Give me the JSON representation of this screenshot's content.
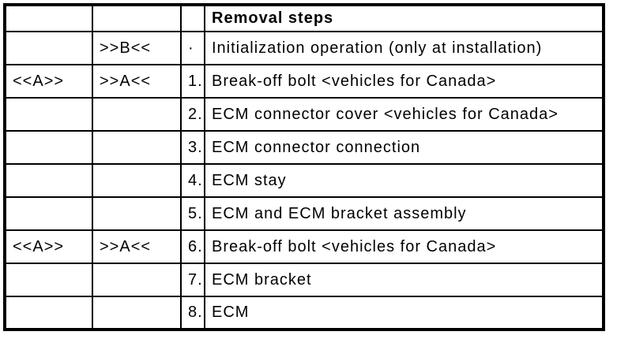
{
  "colors": {
    "border": "#000000",
    "text": "#000000",
    "background": "#ffffff"
  },
  "table": {
    "header_label": "Removal steps",
    "rows": [
      {
        "removal_point": "",
        "installation_point": ">>B<<",
        "step": "·",
        "description": "Initialization operation (only at installation)"
      },
      {
        "removal_point": "<<A>>",
        "installation_point": ">>A<<",
        "step": "1.",
        "description": "Break-off bolt <vehicles for Canada>"
      },
      {
        "removal_point": "",
        "installation_point": "",
        "step": "2.",
        "description": "ECM connector cover <vehicles for Canada>"
      },
      {
        "removal_point": "",
        "installation_point": "",
        "step": "3.",
        "description": "ECM connector connection"
      },
      {
        "removal_point": "",
        "installation_point": "",
        "step": "4.",
        "description": "ECM stay"
      },
      {
        "removal_point": "",
        "installation_point": "",
        "step": "5.",
        "description": "ECM and ECM bracket assembly"
      },
      {
        "removal_point": "<<A>>",
        "installation_point": ">>A<<",
        "step": "6.",
        "description": "Break-off bolt <vehicles for Canada>"
      },
      {
        "removal_point": "",
        "installation_point": "",
        "step": "7.",
        "description": "ECM bracket"
      },
      {
        "removal_point": "",
        "installation_point": "",
        "step": "8.",
        "description": "ECM"
      }
    ]
  }
}
